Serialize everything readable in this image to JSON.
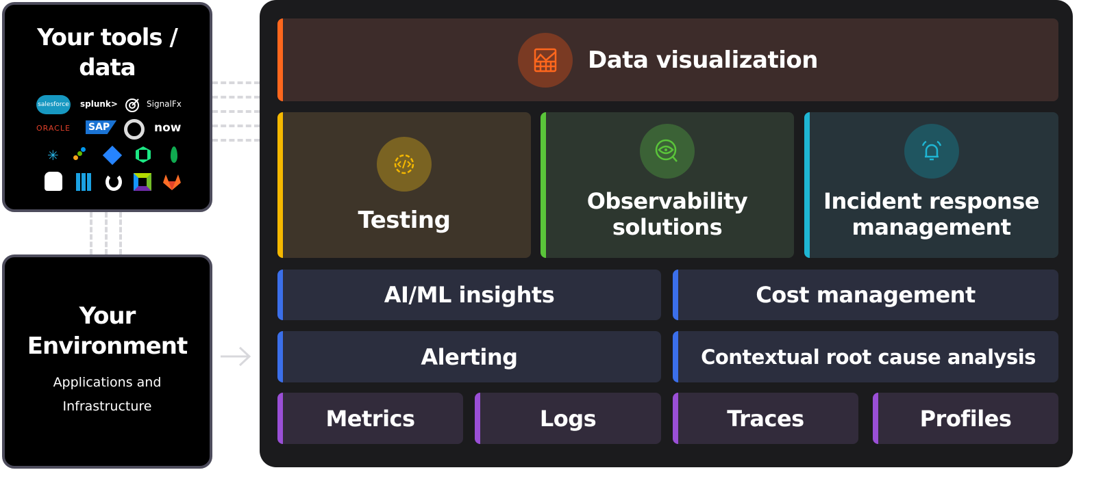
{
  "tools_box": {
    "title_line1": "Your tools /",
    "title_line2": "data",
    "logos": [
      "salesforce",
      "splunk>",
      "SignalFx",
      "ORACLE",
      "SAP",
      "github",
      "now",
      "snowflake",
      "honeycomb",
      "jira",
      "new-relic",
      "mongodb",
      "datadog",
      "azure",
      "appdynamics",
      "dynatrace",
      "gitlab"
    ]
  },
  "environment_box": {
    "title_line1": "Your",
    "title_line2": "Environment",
    "subtitle_line1": "Applications and",
    "subtitle_line2": "Infrastructure"
  },
  "colors": {
    "orange": "#ff671d",
    "yellow": "#f5b800",
    "green": "#5ac43a",
    "cyan": "#1fb6d4",
    "blue": "#3b6fea",
    "purple": "#9a4fd6"
  },
  "panel": {
    "data_viz": "Data visualization",
    "testing": "Testing",
    "observability_line1": "Observability",
    "observability_line2": "solutions",
    "incident_line1": "Incident response",
    "incident_line2": "management",
    "aiml": "AI/ML insights",
    "cost": "Cost management",
    "alerting": "Alerting",
    "rca": "Contextual root cause analysis",
    "metrics": "Metrics",
    "logs": "Logs",
    "traces": "Traces",
    "profiles": "Profiles"
  }
}
